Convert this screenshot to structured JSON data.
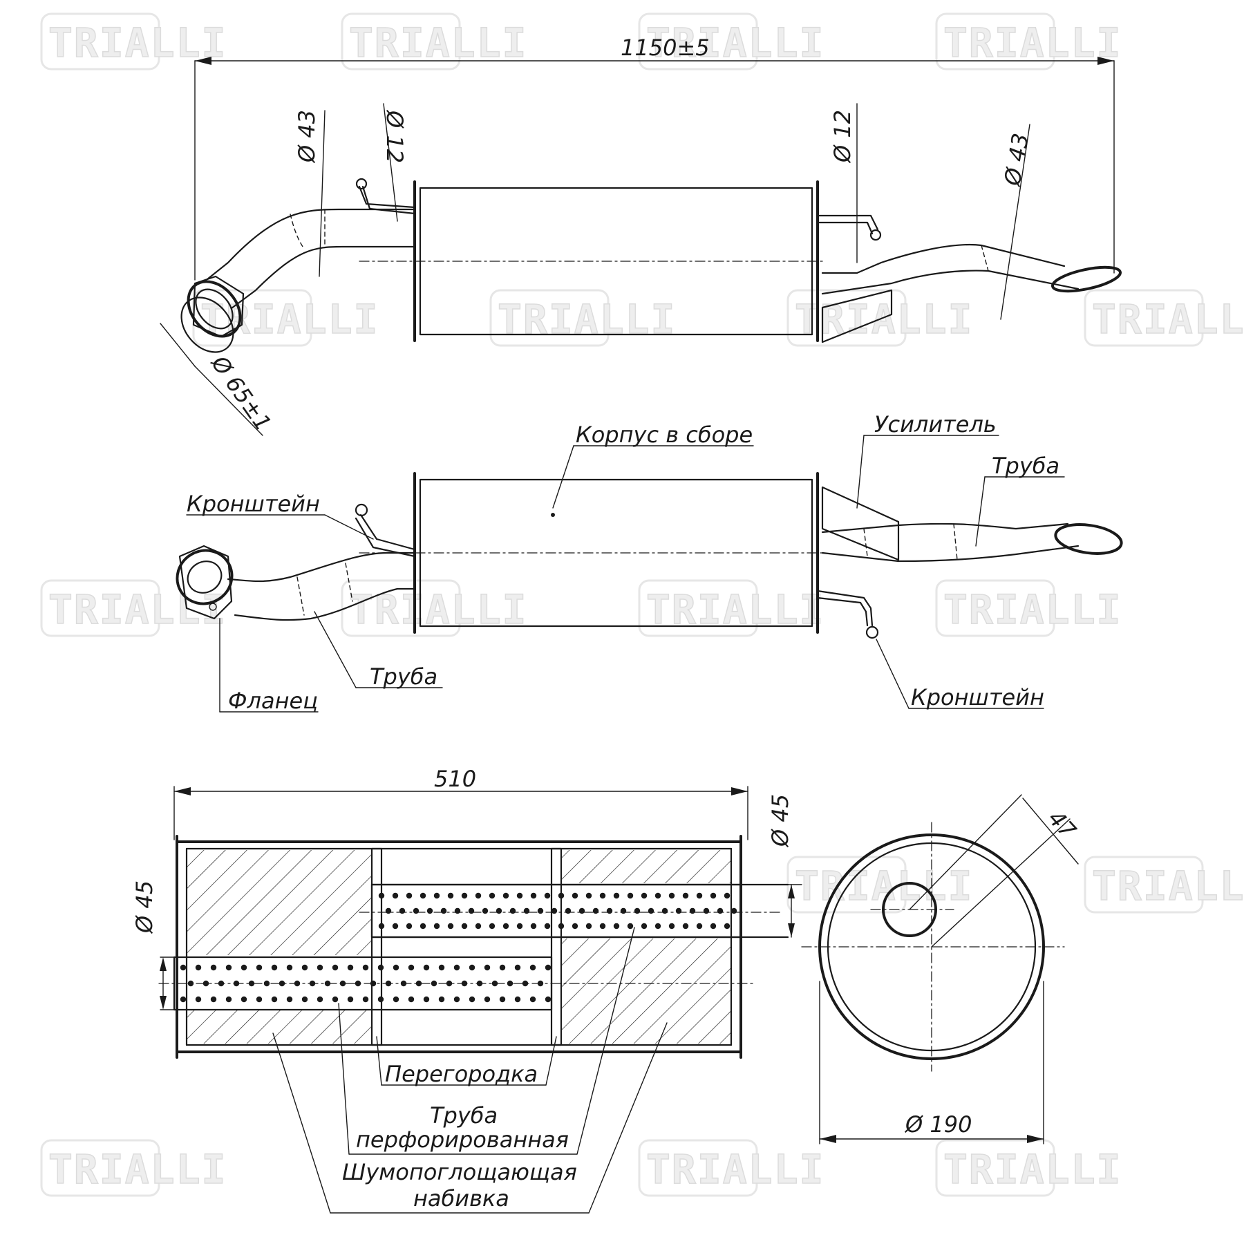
{
  "watermark": {
    "text": "TRIALLI",
    "color": "#e0e0e0"
  },
  "dimensions": {
    "overall_length": "1150±5",
    "inlet_pipe_dia": "Ø 43",
    "bracket_left_dia": "Ø 12",
    "bracket_right_dia": "Ø 12",
    "outlet_pipe_dia": "Ø 43",
    "flange_dia": "Ø 65±1",
    "body_length": "510",
    "outlet_internal_dia": "Ø 45",
    "inlet_internal_dia": "Ø 45",
    "end_view_diameter": "Ø 190",
    "end_view_offset": "47"
  },
  "labels": {
    "body_assembly": "Корпус в сборе",
    "reinforcement": "Усилитель",
    "outlet_pipe": "Труба",
    "bracket_left": "Кронштейн",
    "inlet_pipe": "Труба",
    "flange": "Фланец",
    "bracket_right": "Кронштейн",
    "baffle": "Перегородка",
    "perforated_pipe_line1": "Труба",
    "perforated_pipe_line2": "перфорированная",
    "packing_line1": "Шумопоглощающая",
    "packing_line2": "набивка"
  }
}
